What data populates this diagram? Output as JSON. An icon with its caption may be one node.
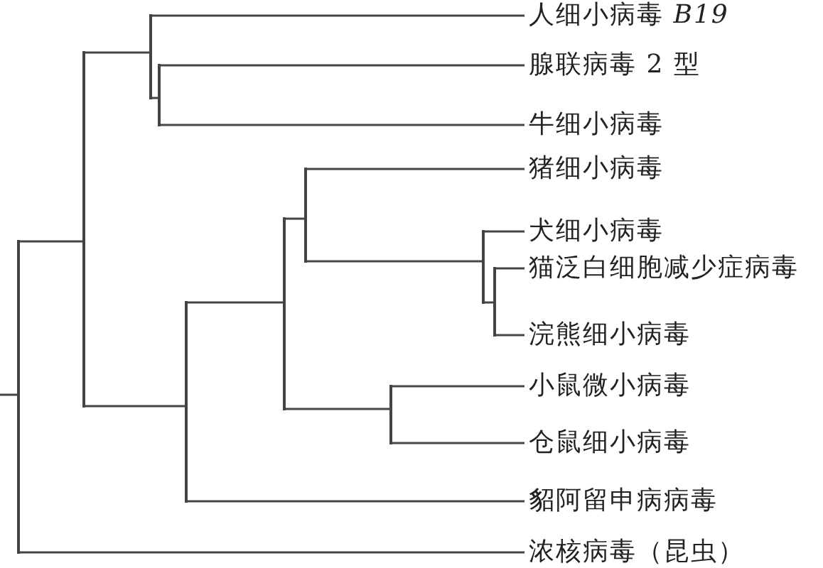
{
  "diagram": {
    "nodes": [
      {
        "text": [
          "人细小病毒 *B19*"
        ]
      },
      {
        "text": [
          "腺联病毒 2 型"
        ]
      },
      {
        "text": [
          "牛细小病毒"
        ]
      },
      {
        "text": [
          "猪细小病毒"
        ]
      },
      {
        "text": [
          "犬细小病毒"
        ]
      },
      {
        "text": [
          "猫泛白细胞减少症病毒"
        ]
      },
      {
        "text": [
          "浣熊细小病毒"
        ]
      },
      {
        "text": [
          "小鼠微小病毒"
        ]
      },
      {
        "text": [
          "仓鼠细小病毒"
        ]
      },
      {
        "text": [
          "貂阿留申病病毒"
        ]
      },
      {
        "text": [
          "浓核病毒（昆虫）"
        ]
      },
      {
        "text": [],
        "shape": "bar"
      },
      {
        "text": [],
        "shape": "bar"
      },
      {
        "text": [],
        "shape": "bar"
      },
      {
        "text": [],
        "shape": "bar"
      },
      {
        "text": [],
        "shape": "bar"
      },
      {
        "text": [],
        "shape": "bar"
      },
      {
        "text": [],
        "shape": "bar"
      },
      {
        "text": [],
        "shape": "bar"
      },
      {
        "text": [],
        "shape": "bar"
      },
      {
        "text": [],
        "shape": "bar"
      }
    ],
    "edges": [
      {
        "from": null,
        "to": 11,
        "arrow": "none"
      },
      {
        "from": 11,
        "to": 12,
        "arrow": "none"
      },
      {
        "from": 11,
        "to": 10,
        "arrow": "none"
      },
      {
        "from": 12,
        "to": 13,
        "arrow": "none"
      },
      {
        "from": 12,
        "to": 15,
        "arrow": "none"
      },
      {
        "from": 13,
        "to": 0,
        "arrow": "none"
      },
      {
        "from": 13,
        "to": 14,
        "arrow": "none"
      },
      {
        "from": 14,
        "to": 1,
        "arrow": "none"
      },
      {
        "from": 14,
        "to": 2,
        "arrow": "none"
      },
      {
        "from": 15,
        "to": 16,
        "arrow": "none"
      },
      {
        "from": 15,
        "to": 9,
        "arrow": "none"
      },
      {
        "from": 16,
        "to": 17,
        "arrow": "none"
      },
      {
        "from": 16,
        "to": 18,
        "arrow": "none"
      },
      {
        "from": 17,
        "to": 3,
        "arrow": "none"
      },
      {
        "from": 17,
        "to": 19,
        "arrow": "none"
      },
      {
        "from": 19,
        "to": 4,
        "arrow": "none"
      },
      {
        "from": 19,
        "to": 20,
        "arrow": "none"
      },
      {
        "from": 20,
        "to": 5,
        "arrow": "none"
      },
      {
        "from": 20,
        "to": 6,
        "arrow": "none"
      },
      {
        "from": 18,
        "to": 7,
        "arrow": "none"
      },
      {
        "from": 18,
        "to": 8,
        "arrow": "none"
      }
    ]
  }
}
